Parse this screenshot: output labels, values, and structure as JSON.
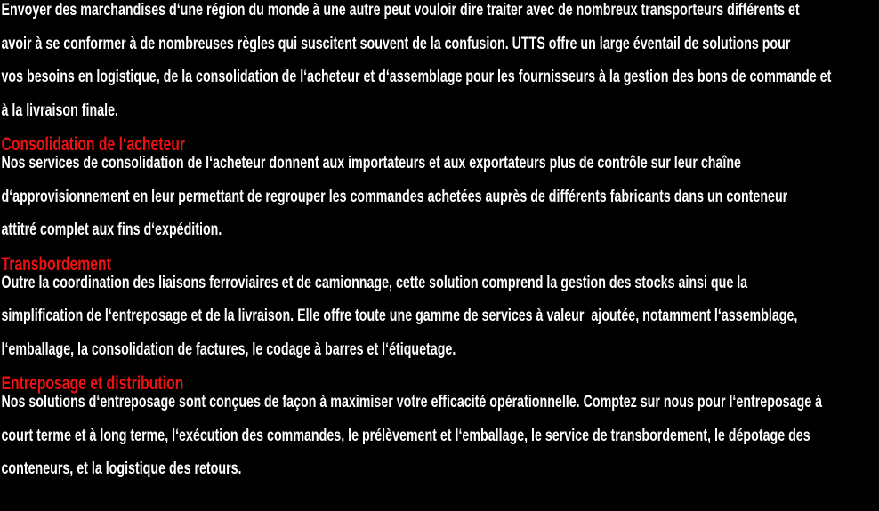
{
  "page": {
    "colors": {
      "background": "#000000",
      "text": "#ffffff",
      "heading": "#ee1111"
    },
    "intro": "Envoyer des marchandises d‘une région du monde à une autre peut vouloir dire traiter avec de nombreux transporteurs différents et\navoir à se conformer à de nombreuses règles qui suscitent souvent de la confusion. UTTS offre un large éventail de solutions pour\nvos besoins en logistique, de la consolidation de l‘acheteur et d‘assemblage pour les fournisseurs à la gestion des bons de commande et\nà la livraison finale.",
    "sections": [
      {
        "heading": "Consolidation de l‘acheteur",
        "body": "Nos services de consolidation de l‘acheteur donnent aux importateurs et aux exportateurs plus de contrôle sur leur chaîne\nd‘approvisionnement en leur permettant de regrouper les commandes achetées auprès de différents fabricants dans un conteneur\nattitré complet aux fins d‘expédition."
      },
      {
        "heading": "Transbordement",
        "body": "Outre la coordination des liaisons ferroviaires et de camionnage, cette solution comprend la gestion des stocks ainsi que la\nsimplification de l‘entreposage et de la livraison. Elle offre toute une gamme de services à valeur  ajoutée, notamment l‘assemblage,\nl‘emballage, la consolidation de factures, le codage à barres et l‘étiquetage."
      },
      {
        "heading": "Entreposage et distribution",
        "body": "Nos solutions d‘entreposage sont conçues de façon à maximiser votre efficacité opérationnelle. Comptez sur nous pour l‘entreposage à\ncourt terme et à long terme, l‘exécution des commandes, le prélèvement et l‘emballage, le service de transbordement, le dépotage des\nconteneurs, et la logistique des retours."
      }
    ]
  }
}
